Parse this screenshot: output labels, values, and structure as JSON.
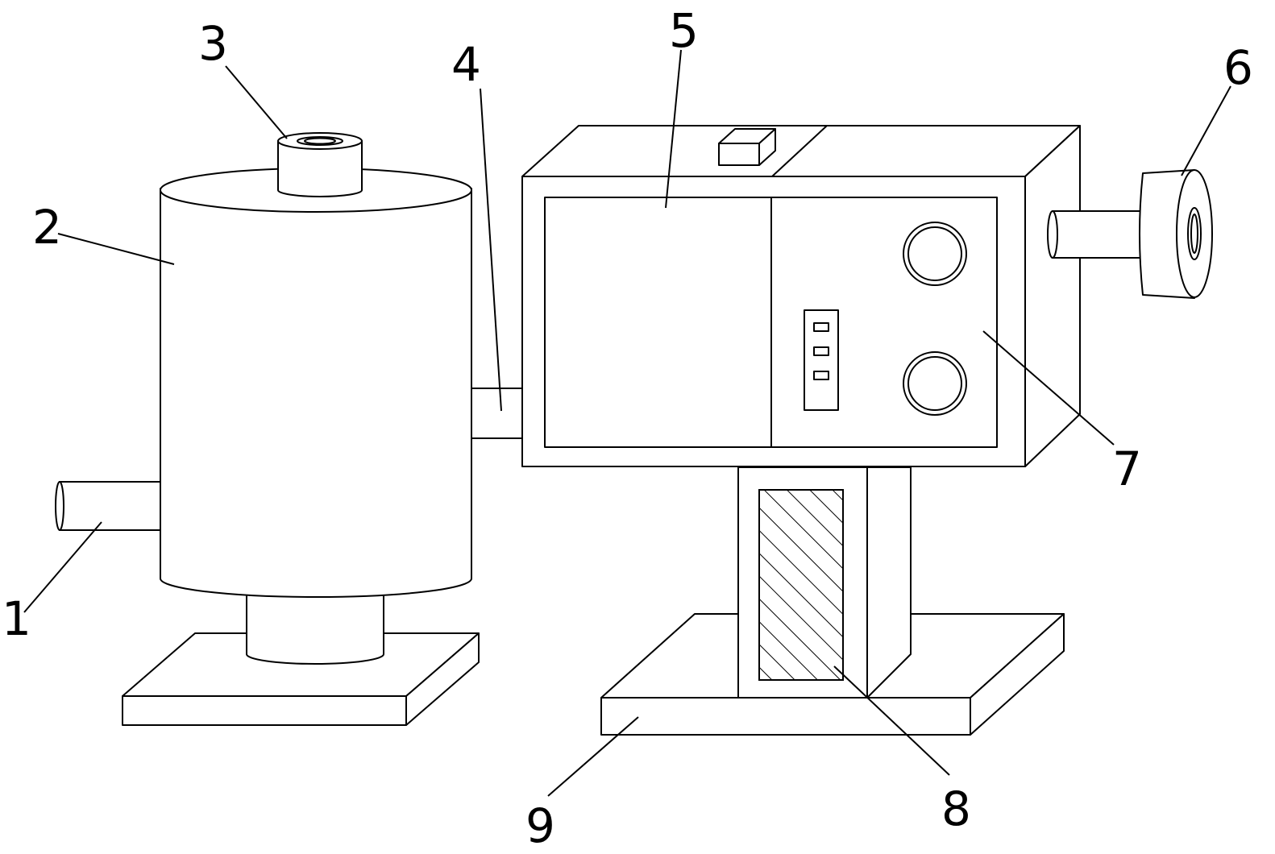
{
  "labels": {
    "l1": "1",
    "l2": "2",
    "l3": "3",
    "l4": "4",
    "l5": "5",
    "l6": "6",
    "l7": "7",
    "l8": "8",
    "l9": "9"
  },
  "colors": {
    "stroke": "#000000",
    "background": "#ffffff"
  }
}
